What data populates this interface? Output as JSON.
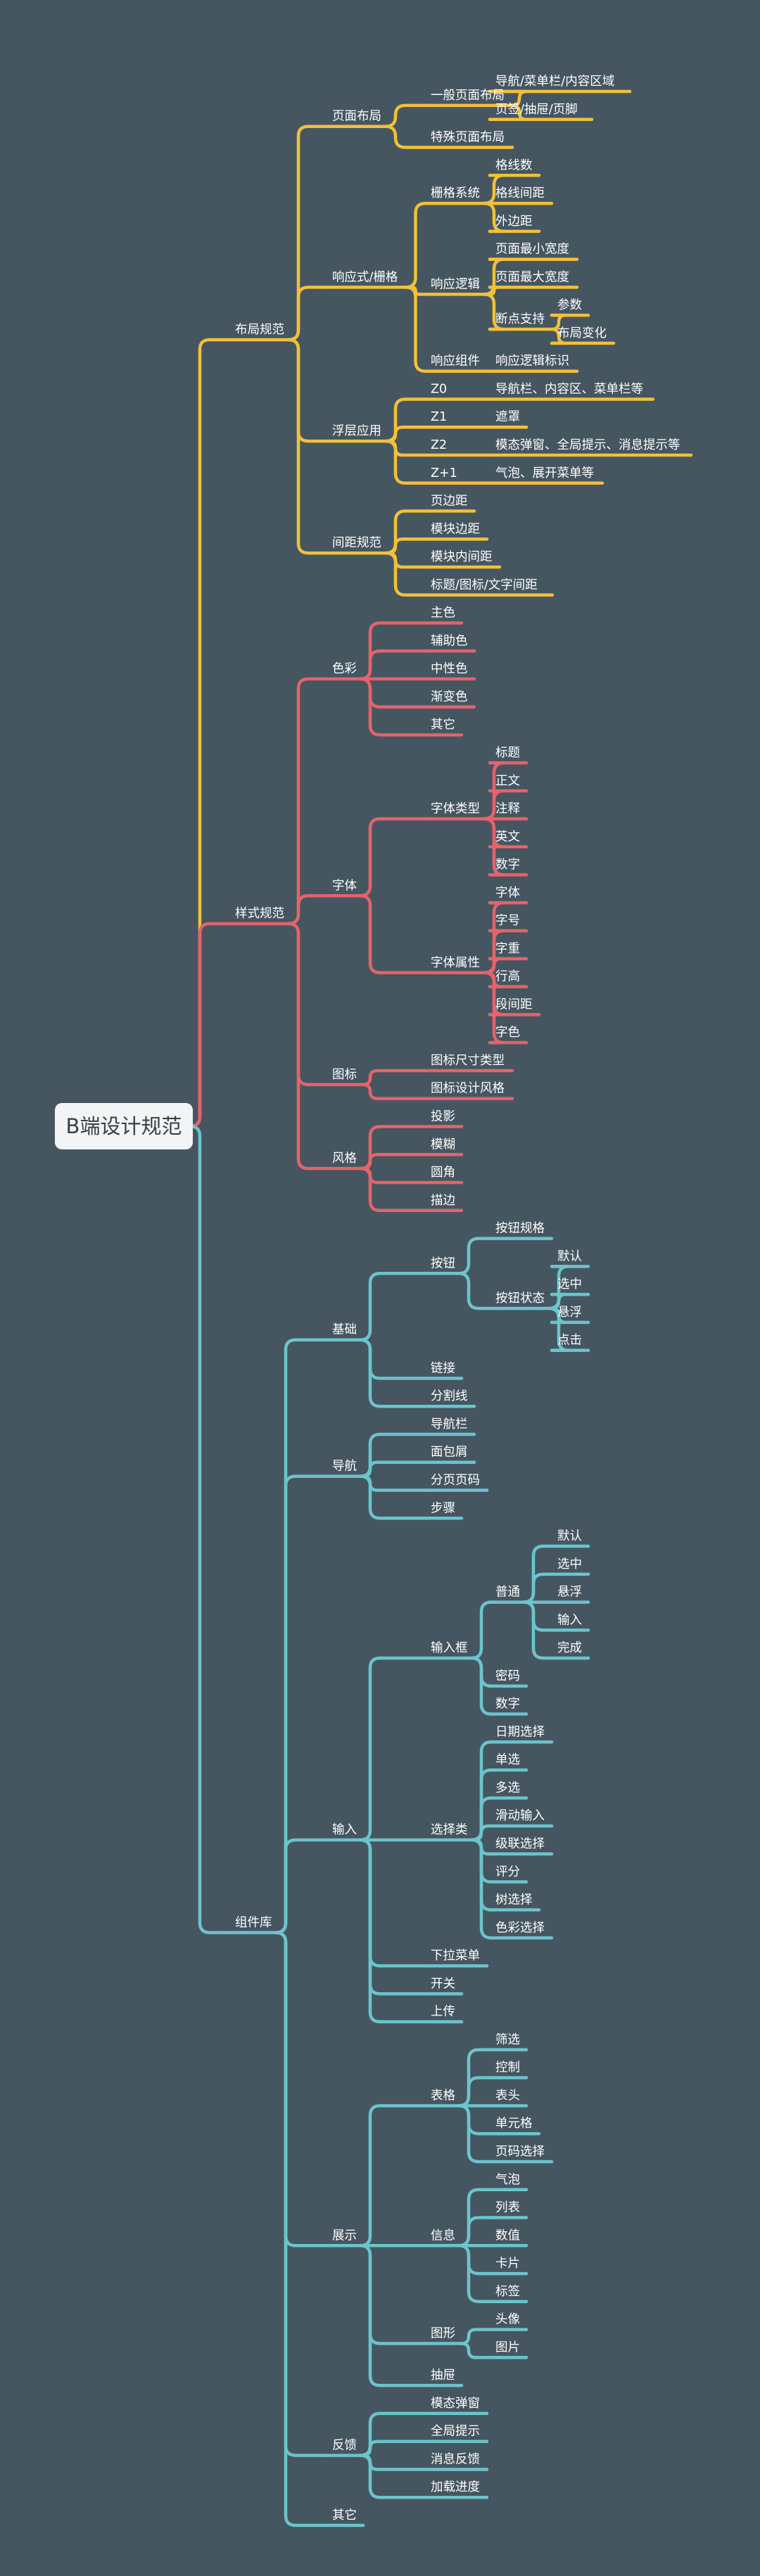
{
  "root": "B端设计规范",
  "colors": {
    "background": "#455661",
    "branch_layout": "#f2c03a",
    "branch_style": "#e5636b",
    "branch_components": "#6cc4cc",
    "root_box": "#f2f4f5",
    "root_text": "#3a3f44",
    "text": "#ffffff"
  },
  "branches": [
    {
      "label": "布局规范",
      "color": "#f2c03a",
      "children": [
        {
          "label": "页面布局",
          "children": [
            {
              "label": "一般页面布局",
              "children": [
                {
                  "label": "导航/菜单栏/内容区域"
                },
                {
                  "label": "页签/抽屉/页脚"
                }
              ]
            },
            {
              "label": "特殊页面布局"
            }
          ]
        },
        {
          "label": "响应式/栅格",
          "children": [
            {
              "label": "栅格系统",
              "children": [
                {
                  "label": "格线数"
                },
                {
                  "label": "格线间距"
                },
                {
                  "label": "外边距"
                }
              ]
            },
            {
              "label": "响应逻辑",
              "children": [
                {
                  "label": "页面最小宽度"
                },
                {
                  "label": "页面最大宽度"
                },
                {
                  "label": "断点支持",
                  "children": [
                    {
                      "label": "参数"
                    },
                    {
                      "label": "布局变化"
                    }
                  ]
                }
              ]
            },
            {
              "label": "响应组件",
              "children": [
                {
                  "label": "响应逻辑标识"
                }
              ]
            }
          ]
        },
        {
          "label": "浮层应用",
          "children": [
            {
              "label": "Z0",
              "children": [
                {
                  "label": "导航栏、内容区、菜单栏等"
                }
              ]
            },
            {
              "label": "Z1",
              "children": [
                {
                  "label": "遮罩"
                }
              ]
            },
            {
              "label": "Z2",
              "children": [
                {
                  "label": "模态弹窗、全局提示、消息提示等"
                }
              ]
            },
            {
              "label": "Z+1",
              "children": [
                {
                  "label": "气泡、展开菜单等"
                }
              ]
            }
          ]
        },
        {
          "label": "间距规范",
          "children": [
            {
              "label": "页边距"
            },
            {
              "label": "模块边距"
            },
            {
              "label": "模块内间距"
            },
            {
              "label": "标题/图标/文字间距"
            }
          ]
        }
      ]
    },
    {
      "label": "样式规范",
      "color": "#e5636b",
      "children": [
        {
          "label": "色彩",
          "children": [
            {
              "label": "主色"
            },
            {
              "label": "辅助色"
            },
            {
              "label": "中性色"
            },
            {
              "label": "渐变色"
            },
            {
              "label": "其它"
            }
          ]
        },
        {
          "label": "字体",
          "children": [
            {
              "label": "字体类型",
              "children": [
                {
                  "label": "标题"
                },
                {
                  "label": "正文"
                },
                {
                  "label": "注释"
                },
                {
                  "label": "英文"
                },
                {
                  "label": "数字"
                }
              ]
            },
            {
              "label": "字体属性",
              "children": [
                {
                  "label": "字体"
                },
                {
                  "label": "字号"
                },
                {
                  "label": "字重"
                },
                {
                  "label": "行高"
                },
                {
                  "label": "段间距"
                },
                {
                  "label": "字色"
                }
              ]
            }
          ]
        },
        {
          "label": "图标",
          "children": [
            {
              "label": "图标尺寸类型"
            },
            {
              "label": "图标设计风格"
            }
          ]
        },
        {
          "label": "风格",
          "children": [
            {
              "label": "投影"
            },
            {
              "label": "模糊"
            },
            {
              "label": "圆角"
            },
            {
              "label": "描边"
            }
          ]
        }
      ]
    },
    {
      "label": "组件库",
      "color": "#6cc4cc",
      "children": [
        {
          "label": "基础",
          "children": [
            {
              "label": "按钮",
              "children": [
                {
                  "label": "按钮规格"
                },
                {
                  "label": "按钮状态",
                  "children": [
                    {
                      "label": "默认"
                    },
                    {
                      "label": "选中"
                    },
                    {
                      "label": "悬浮"
                    },
                    {
                      "label": "点击"
                    }
                  ]
                }
              ]
            },
            {
              "label": "链接"
            },
            {
              "label": "分割线"
            }
          ]
        },
        {
          "label": "导航",
          "children": [
            {
              "label": "导航栏"
            },
            {
              "label": "面包屑"
            },
            {
              "label": "分页页码"
            },
            {
              "label": "步骤"
            }
          ]
        },
        {
          "label": "输入",
          "children": [
            {
              "label": "输入框",
              "children": [
                {
                  "label": "普通",
                  "children": [
                    {
                      "label": "默认"
                    },
                    {
                      "label": "选中"
                    },
                    {
                      "label": "悬浮"
                    },
                    {
                      "label": "输入"
                    },
                    {
                      "label": "完成"
                    }
                  ]
                },
                {
                  "label": "密码"
                },
                {
                  "label": "数字"
                }
              ]
            },
            {
              "label": "选择类",
              "children": [
                {
                  "label": "日期选择"
                },
                {
                  "label": "单选"
                },
                {
                  "label": "多选"
                },
                {
                  "label": "滑动输入"
                },
                {
                  "label": "级联选择"
                },
                {
                  "label": "评分"
                },
                {
                  "label": "树选择"
                },
                {
                  "label": "色彩选择"
                }
              ]
            },
            {
              "label": "下拉菜单"
            },
            {
              "label": "开关"
            },
            {
              "label": "上传"
            }
          ]
        },
        {
          "label": "展示",
          "children": [
            {
              "label": "表格",
              "children": [
                {
                  "label": "筛选"
                },
                {
                  "label": "控制"
                },
                {
                  "label": "表头"
                },
                {
                  "label": "单元格"
                },
                {
                  "label": "页码选择"
                }
              ]
            },
            {
              "label": "信息",
              "children": [
                {
                  "label": "气泡"
                },
                {
                  "label": "列表"
                },
                {
                  "label": "数值"
                },
                {
                  "label": "卡片"
                },
                {
                  "label": "标签"
                }
              ]
            },
            {
              "label": "图形",
              "children": [
                {
                  "label": "头像"
                },
                {
                  "label": "图片"
                }
              ]
            },
            {
              "label": "抽屉"
            }
          ]
        },
        {
          "label": "反馈",
          "children": [
            {
              "label": "模态弹窗"
            },
            {
              "label": "全局提示"
            },
            {
              "label": "消息反馈"
            },
            {
              "label": "加载进度"
            }
          ]
        },
        {
          "label": "其它"
        }
      ]
    }
  ]
}
